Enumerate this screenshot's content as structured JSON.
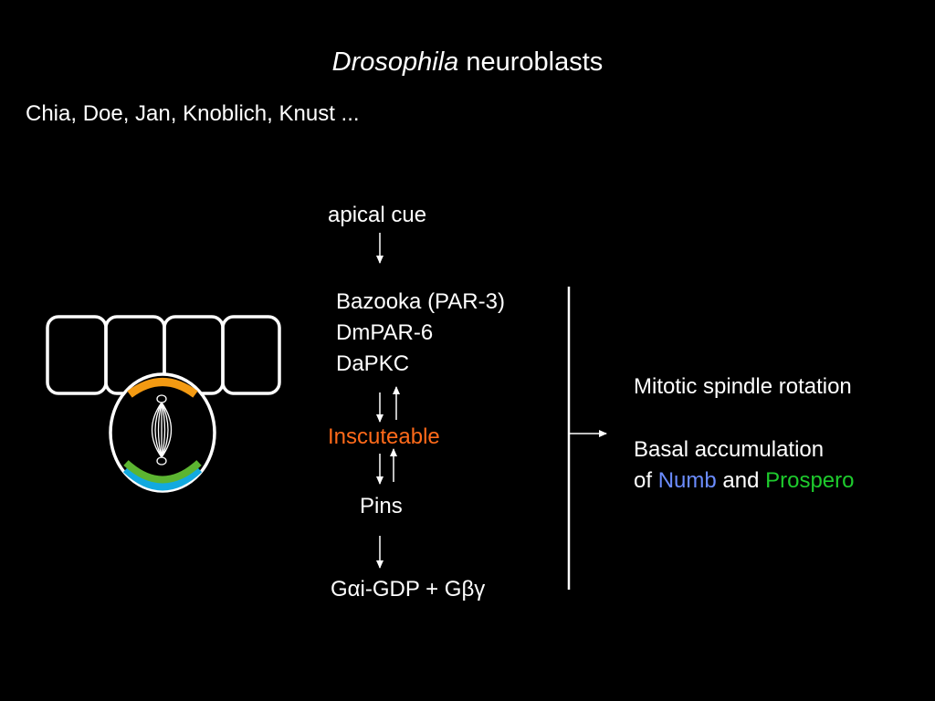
{
  "slide": {
    "title_italic": "Drosophila",
    "title_rest": " neuroblasts",
    "authors": "Chia, Doe, Jan, Knoblich, Knust ..."
  },
  "pathway": {
    "apical_cue": "apical cue",
    "complex": [
      "Bazooka (PAR-3)",
      "DmPAR-6",
      "DaPKC"
    ],
    "inscuteable": "Inscuteable",
    "pins": "Pins",
    "g_protein": {
      "g1": "G",
      "alpha": "α",
      "mid": "i-GDP + G",
      "beta": "β",
      "gamma": "γ"
    }
  },
  "outcomes": {
    "line1": "Mitotic spindle rotation",
    "line2": "Basal accumulation",
    "line3_prefix": "of ",
    "numb": "Numb",
    "and": " and ",
    "prospero": "Prospero"
  },
  "colors": {
    "background": "#000000",
    "text": "#ffffff",
    "inscuteable": "#ff6a1a",
    "numb": "#6b8cff",
    "prospero": "#1ecb2d",
    "apical_crescent": "#f39a12",
    "basal_crescent_green": "#5cb531",
    "basal_crescent_blue": "#12a9df"
  }
}
